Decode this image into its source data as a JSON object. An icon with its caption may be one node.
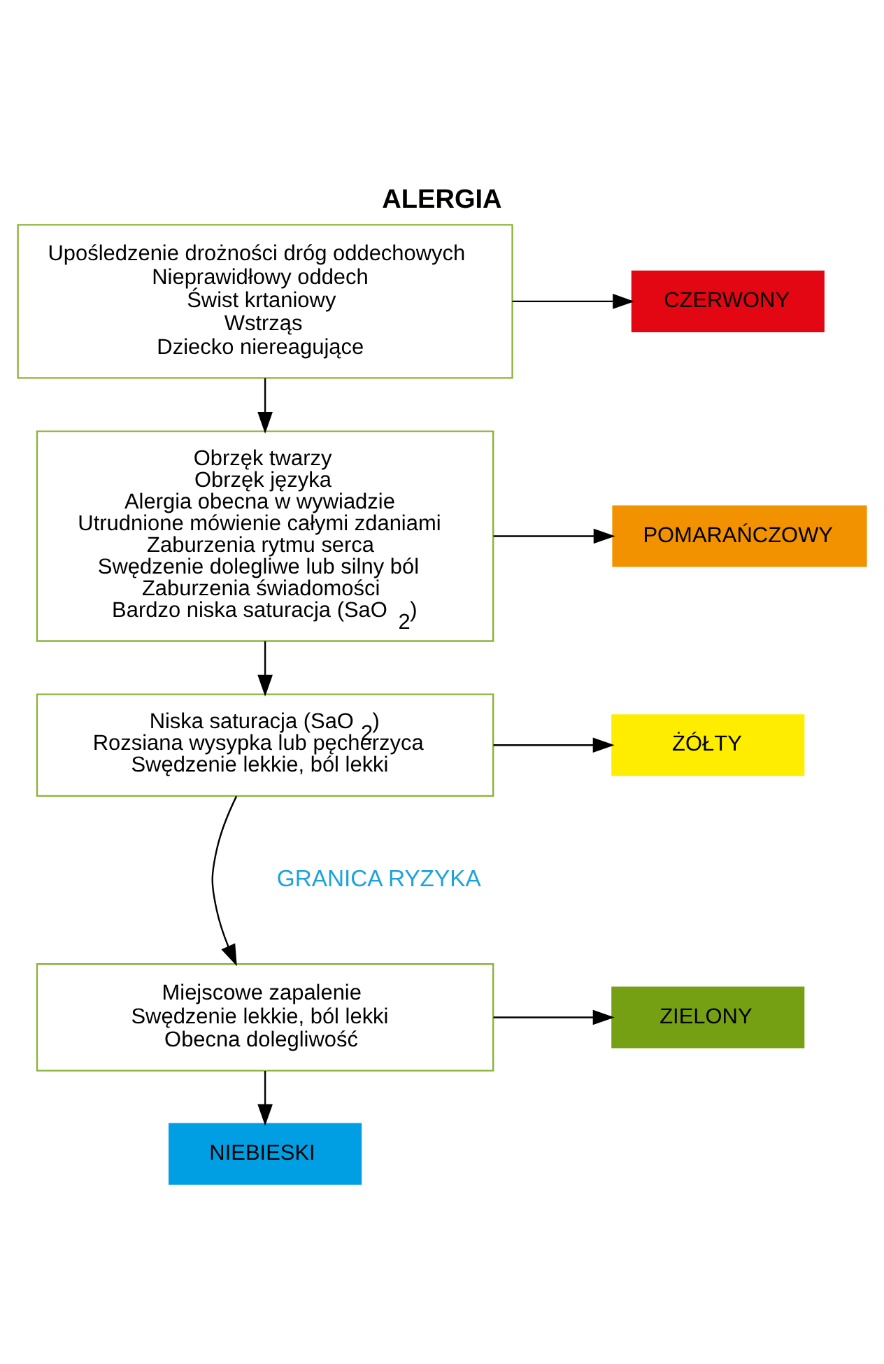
{
  "diagram": {
    "title": "ALERGIA",
    "nodes": [
      {
        "text": [
          "Upośledzenie drożności dróg oddechowych",
          "Nieprawidłowy oddech",
          "Świst krtaniowy",
          "Wstrząs",
          "Dziecko niereagujące"
        ]
      },
      {
        "text": [
          "CZERWONY"
        ]
      },
      {
        "text": [
          "Obrzęk twarzy",
          "Obrzęk języka",
          "Alergia obecna w wywiadzie",
          "Utrudnione mówienie całymi zdaniami",
          "Zaburzenia rytmu serca",
          "Swędzenie dolegliwe lub silny ból",
          "Zaburzenia świadomości",
          "Bardzo niska saturacja (SaO$_{2}$)"
        ]
      },
      {
        "text": [
          "POMARAŃCZOWY"
        ]
      },
      {
        "text": [
          "Niska saturacja (SaO$_{2}$)",
          "Rozsiana wysypka lub pęcherzyca",
          "Swędzenie lekkie, ból lekki"
        ]
      },
      {
        "text": [
          "ŻÓŁTY"
        ]
      },
      {
        "text": [
          "Miejscowe zapalenie",
          "Swędzenie lekkie, ból lekki",
          "Obecna dolegliwość"
        ]
      },
      {
        "text": [
          "ZIELONY"
        ]
      },
      {
        "text": [
          "NIEBIESKI"
        ]
      }
    ],
    "edges": [
      {
        "from": 0,
        "to": 1,
        "arrow": "to"
      },
      {
        "from": 0,
        "to": 2,
        "arrow": "to"
      },
      {
        "from": 2,
        "to": 3,
        "arrow": "to"
      },
      {
        "from": 2,
        "to": 4,
        "arrow": "to"
      },
      {
        "from": 4,
        "to": 5,
        "arrow": "to"
      },
      {
        "from": 4,
        "to": 6,
        "arrow": "to"
      },
      {
        "from": 6,
        "to": 7,
        "arrow": "to"
      },
      {
        "from": 6,
        "to": 8,
        "arrow": "to"
      }
    ],
    "labels": [
      "GRANICA RYZYKA"
    ]
  }
}
